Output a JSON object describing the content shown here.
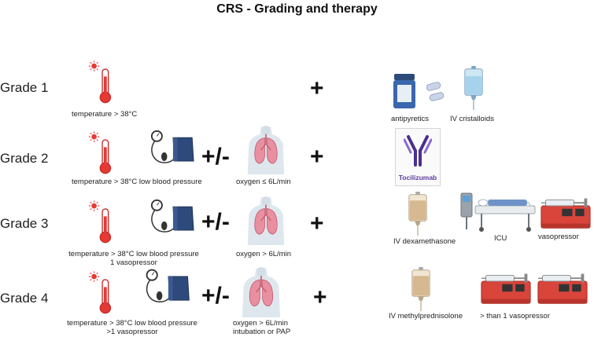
{
  "title": "CRS - Grading and therapy",
  "grades": [
    "Grade 1",
    "Grade 2",
    "Grade 3",
    "Grade 4"
  ],
  "captions": {
    "temp1": "temperature  > 38°C",
    "temp2": "temperature  > 38°C low blood pressure",
    "temp3a": "temperature  > 38°C low blood pressure",
    "temp3b": "1 vasopressor",
    "temp4a": "temperature  > 38°C low blood pressure",
    "temp4b": ">1 vasopressor",
    "oxy2": "oxygen ≤ 6L/min",
    "oxy3": "oxygen > 6L/min",
    "oxy4a": "oxygen > 6L/min",
    "oxy4b": "intubation or PAP"
  },
  "operators": {
    "plus": "+",
    "plus_minus": "+/-"
  },
  "therapy": {
    "antipyretics": "antipyretics",
    "cristalloids": "IV cristalloids",
    "tocilizumab": "Tocilizumab",
    "dexamethasone": "IV dexamethasone",
    "icu": "ICU",
    "vasopressor": "vasopressor",
    "methylprednisolone": "IV methylprednisolone",
    "more_vasopressor": "> than 1 vasopressor"
  }
}
